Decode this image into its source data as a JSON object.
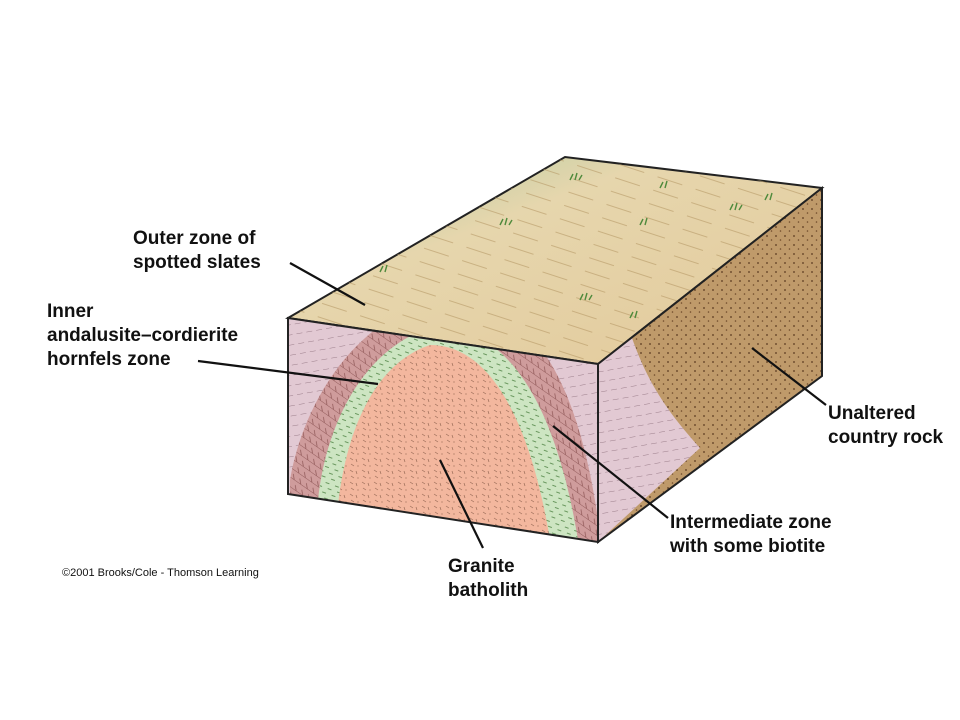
{
  "labels": {
    "outer_zone": [
      "Outer zone of",
      "spotted slates"
    ],
    "inner_zone": [
      "Inner",
      "andalusite–cordierite",
      "hornfels zone"
    ],
    "granite": [
      "Granite",
      "batholith"
    ],
    "intermediate": [
      "Intermediate zone",
      "with some biotite"
    ],
    "unaltered": [
      "Unaltered",
      "country rock"
    ]
  },
  "credit": "©2001 Brooks/Cole - Thomson Learning",
  "colors": {
    "spotted_slate": "#e2c9d3",
    "hornfels": "#cf9c9c",
    "intermediate": "#cde5c2",
    "granite": "#f3b79e",
    "top_surface": "#e6d6ad",
    "grass": "#a8cba0",
    "country_rock": "#bf9a6a",
    "line": "#222222"
  }
}
